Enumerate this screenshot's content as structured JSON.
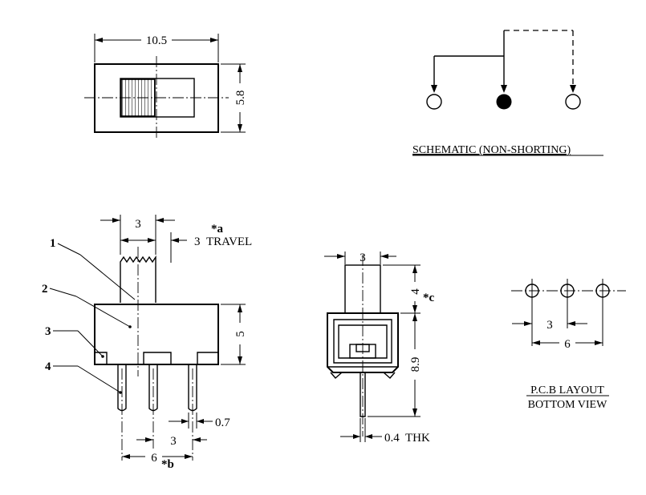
{
  "top_view": {
    "width_dim": "10.5",
    "height_dim": "5.8"
  },
  "schematic": {
    "caption": "SCHEMATIC (NON-SHORTING)"
  },
  "side_view": {
    "actuator_width_dim": "3",
    "note_a": "*a",
    "travel_dim": "3",
    "travel_label": "TRAVEL",
    "body_height_dim": "5",
    "pin_width_dim": "0.7",
    "pin_pitch_dim": "3",
    "pin_span_dim": "6",
    "note_b": "*b",
    "callouts": [
      "1",
      "2",
      "3",
      "4"
    ]
  },
  "end_view": {
    "actuator_width_dim": "3",
    "actuator_height_dim": "4",
    "note_c": "*c",
    "body_height_dim": "8.9",
    "thickness_dim": "0.4",
    "thickness_label": "THK"
  },
  "pcb_layout": {
    "pitch_dim": "3",
    "span_dim": "6",
    "caption_line1": "P.C.B LAYOUT",
    "caption_line2": "BOTTOM VIEW"
  }
}
